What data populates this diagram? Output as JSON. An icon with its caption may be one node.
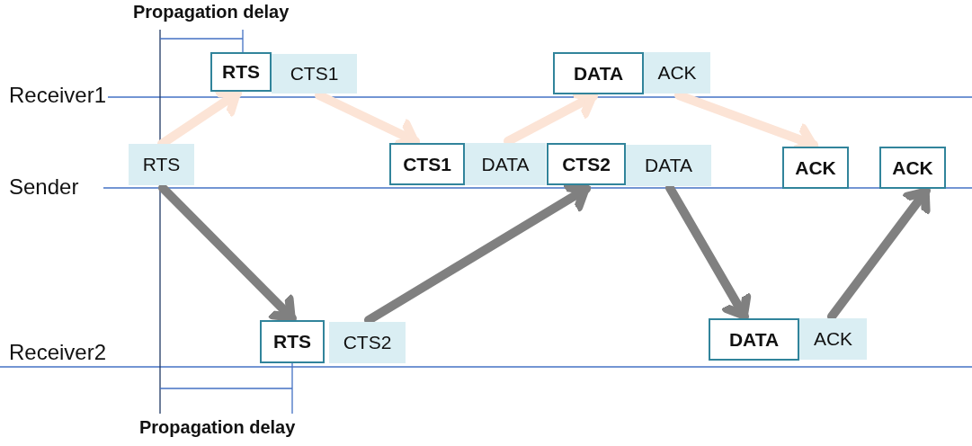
{
  "diagram": {
    "nodes": [
      {
        "text": [
          "RTS"
        ]
      },
      {
        "text": [
          "CTS1"
        ]
      },
      {
        "text": [
          "DATA"
        ]
      },
      {
        "text": [
          "ACK"
        ]
      },
      {
        "text": [
          "RTS"
        ]
      },
      {
        "text": [
          "CTS1"
        ]
      },
      {
        "text": [
          "DATA"
        ]
      },
      {
        "text": [
          "CTS2"
        ]
      },
      {
        "text": [
          "DATA"
        ]
      },
      {
        "text": [
          "ACK"
        ]
      },
      {
        "text": [
          "ACK"
        ]
      },
      {
        "text": [
          "RTS"
        ]
      },
      {
        "text": [
          "CTS2"
        ]
      },
      {
        "text": [
          "DATA"
        ]
      },
      {
        "text": [
          "ACK"
        ]
      }
    ],
    "edges": [
      {
        "from": 4,
        "to": 0,
        "arrow": "to",
        "color": "#fce4d6"
      },
      {
        "from": 1,
        "to": 5,
        "arrow": "to",
        "color": "#fce4d6"
      },
      {
        "from": 6,
        "to": 2,
        "arrow": "to",
        "color": "#fce4d6"
      },
      {
        "from": 3,
        "to": 9,
        "arrow": "to",
        "color": "#fce4d6"
      },
      {
        "from": 4,
        "to": 11,
        "arrow": "to",
        "color": "#808080"
      },
      {
        "from": 12,
        "to": 7,
        "arrow": "to",
        "color": "#808080"
      },
      {
        "from": 8,
        "to": 13,
        "arrow": "to",
        "color": "#808080"
      },
      {
        "from": 14,
        "to": 10,
        "arrow": "to",
        "color": "#808080"
      }
    ],
    "labels": [
      "Propagation delay",
      "Receiver1",
      "Sender",
      "Receiver2",
      "Propagation delay"
    ]
  }
}
